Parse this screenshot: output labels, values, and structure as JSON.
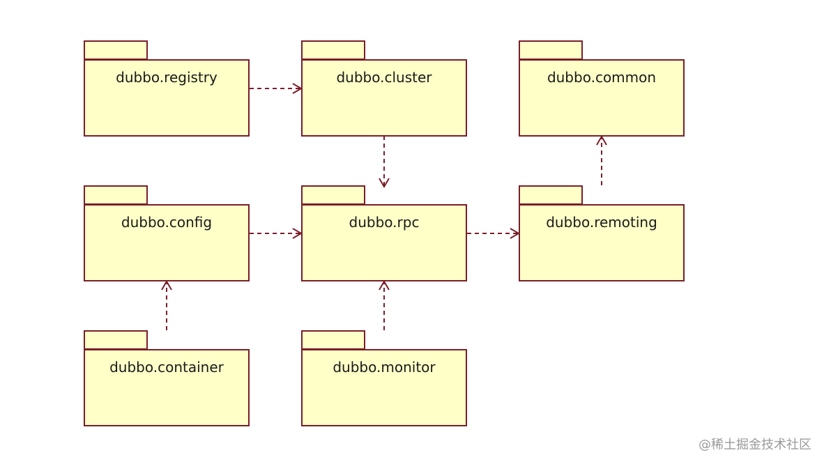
{
  "packages": {
    "registry": "dubbo.registry",
    "cluster": "dubbo.cluster",
    "common": "dubbo.common",
    "config": "dubbo.config",
    "rpc": "dubbo.rpc",
    "remoting": "dubbo.remoting",
    "container": "dubbo.container",
    "monitor": "dubbo.monitor"
  },
  "dependencies": [
    [
      "registry",
      "cluster"
    ],
    [
      "cluster",
      "rpc"
    ],
    [
      "config",
      "rpc"
    ],
    [
      "rpc",
      "remoting"
    ],
    [
      "remoting",
      "common"
    ],
    [
      "container",
      "config"
    ],
    [
      "monitor",
      "rpc"
    ]
  ],
  "colors": {
    "package_fill": "#ffffc8",
    "border": "#7a1e2a",
    "arrow": "#7a1e2a"
  },
  "watermark": "@稀土掘金技术社区"
}
